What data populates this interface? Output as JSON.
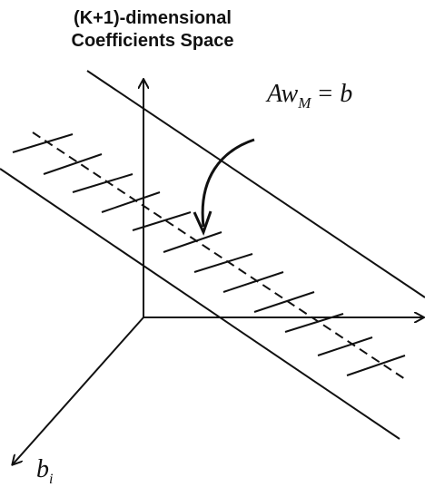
{
  "title": {
    "line1": "(K+1)-dimensional",
    "line2": "Coefficients Space"
  },
  "equation": {
    "lhs_main": "Aw",
    "lhs_sub": "M",
    "operator": "=",
    "rhs": "b"
  },
  "axis_label": {
    "main": "b",
    "sub": "i"
  },
  "colors": {
    "ink": "#111111",
    "background": "#ffffff"
  }
}
